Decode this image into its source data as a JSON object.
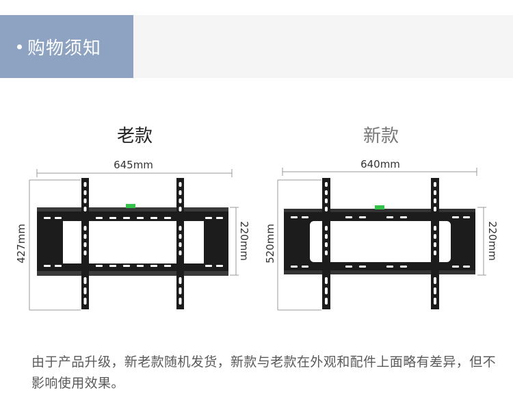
{
  "header": {
    "title": "购物须知",
    "tab_color": "#8ea3c1"
  },
  "models": {
    "old": {
      "label": "老款",
      "width_label": "645mm",
      "height_label": "427mm",
      "inner_label": "220mm"
    },
    "new": {
      "label": "新款",
      "width_label": "640mm",
      "height_label": "520mm",
      "inner_label": "220mm"
    }
  },
  "caption": "由于产品升级，新老款随机发货，新款与老款在外观和配件上面略有差异，但不影响使用效果。",
  "colors": {
    "bracket": "#1c1c1c",
    "level_indicator": "#33c24a",
    "dimension_line": "#999999"
  }
}
